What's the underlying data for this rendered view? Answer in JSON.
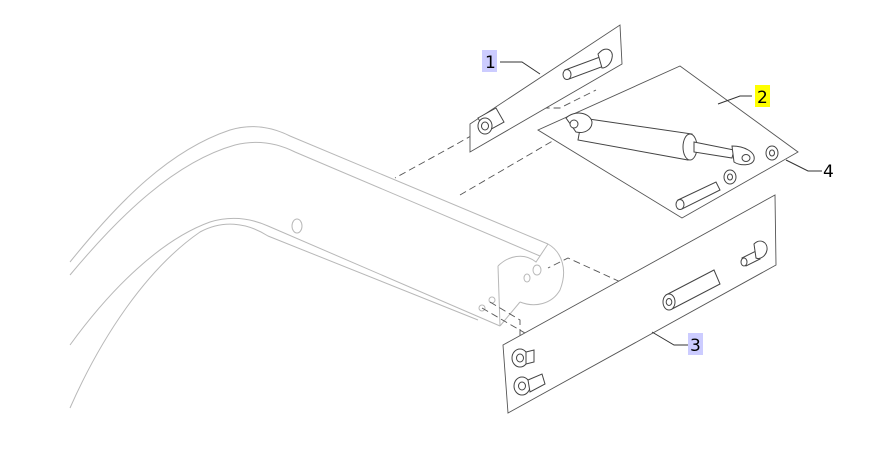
{
  "diagram": {
    "callouts": [
      {
        "label": "1",
        "highlight": "#ccccff"
      },
      {
        "label": "2",
        "highlight": "#ffff00"
      },
      {
        "label": "3",
        "highlight": "#ccccff"
      },
      {
        "label": "4",
        "highlight": ""
      }
    ]
  },
  "colors": {
    "frame_outline": "#555555",
    "part_outline": "#444444",
    "arm_outline": "#b8b8b8"
  }
}
